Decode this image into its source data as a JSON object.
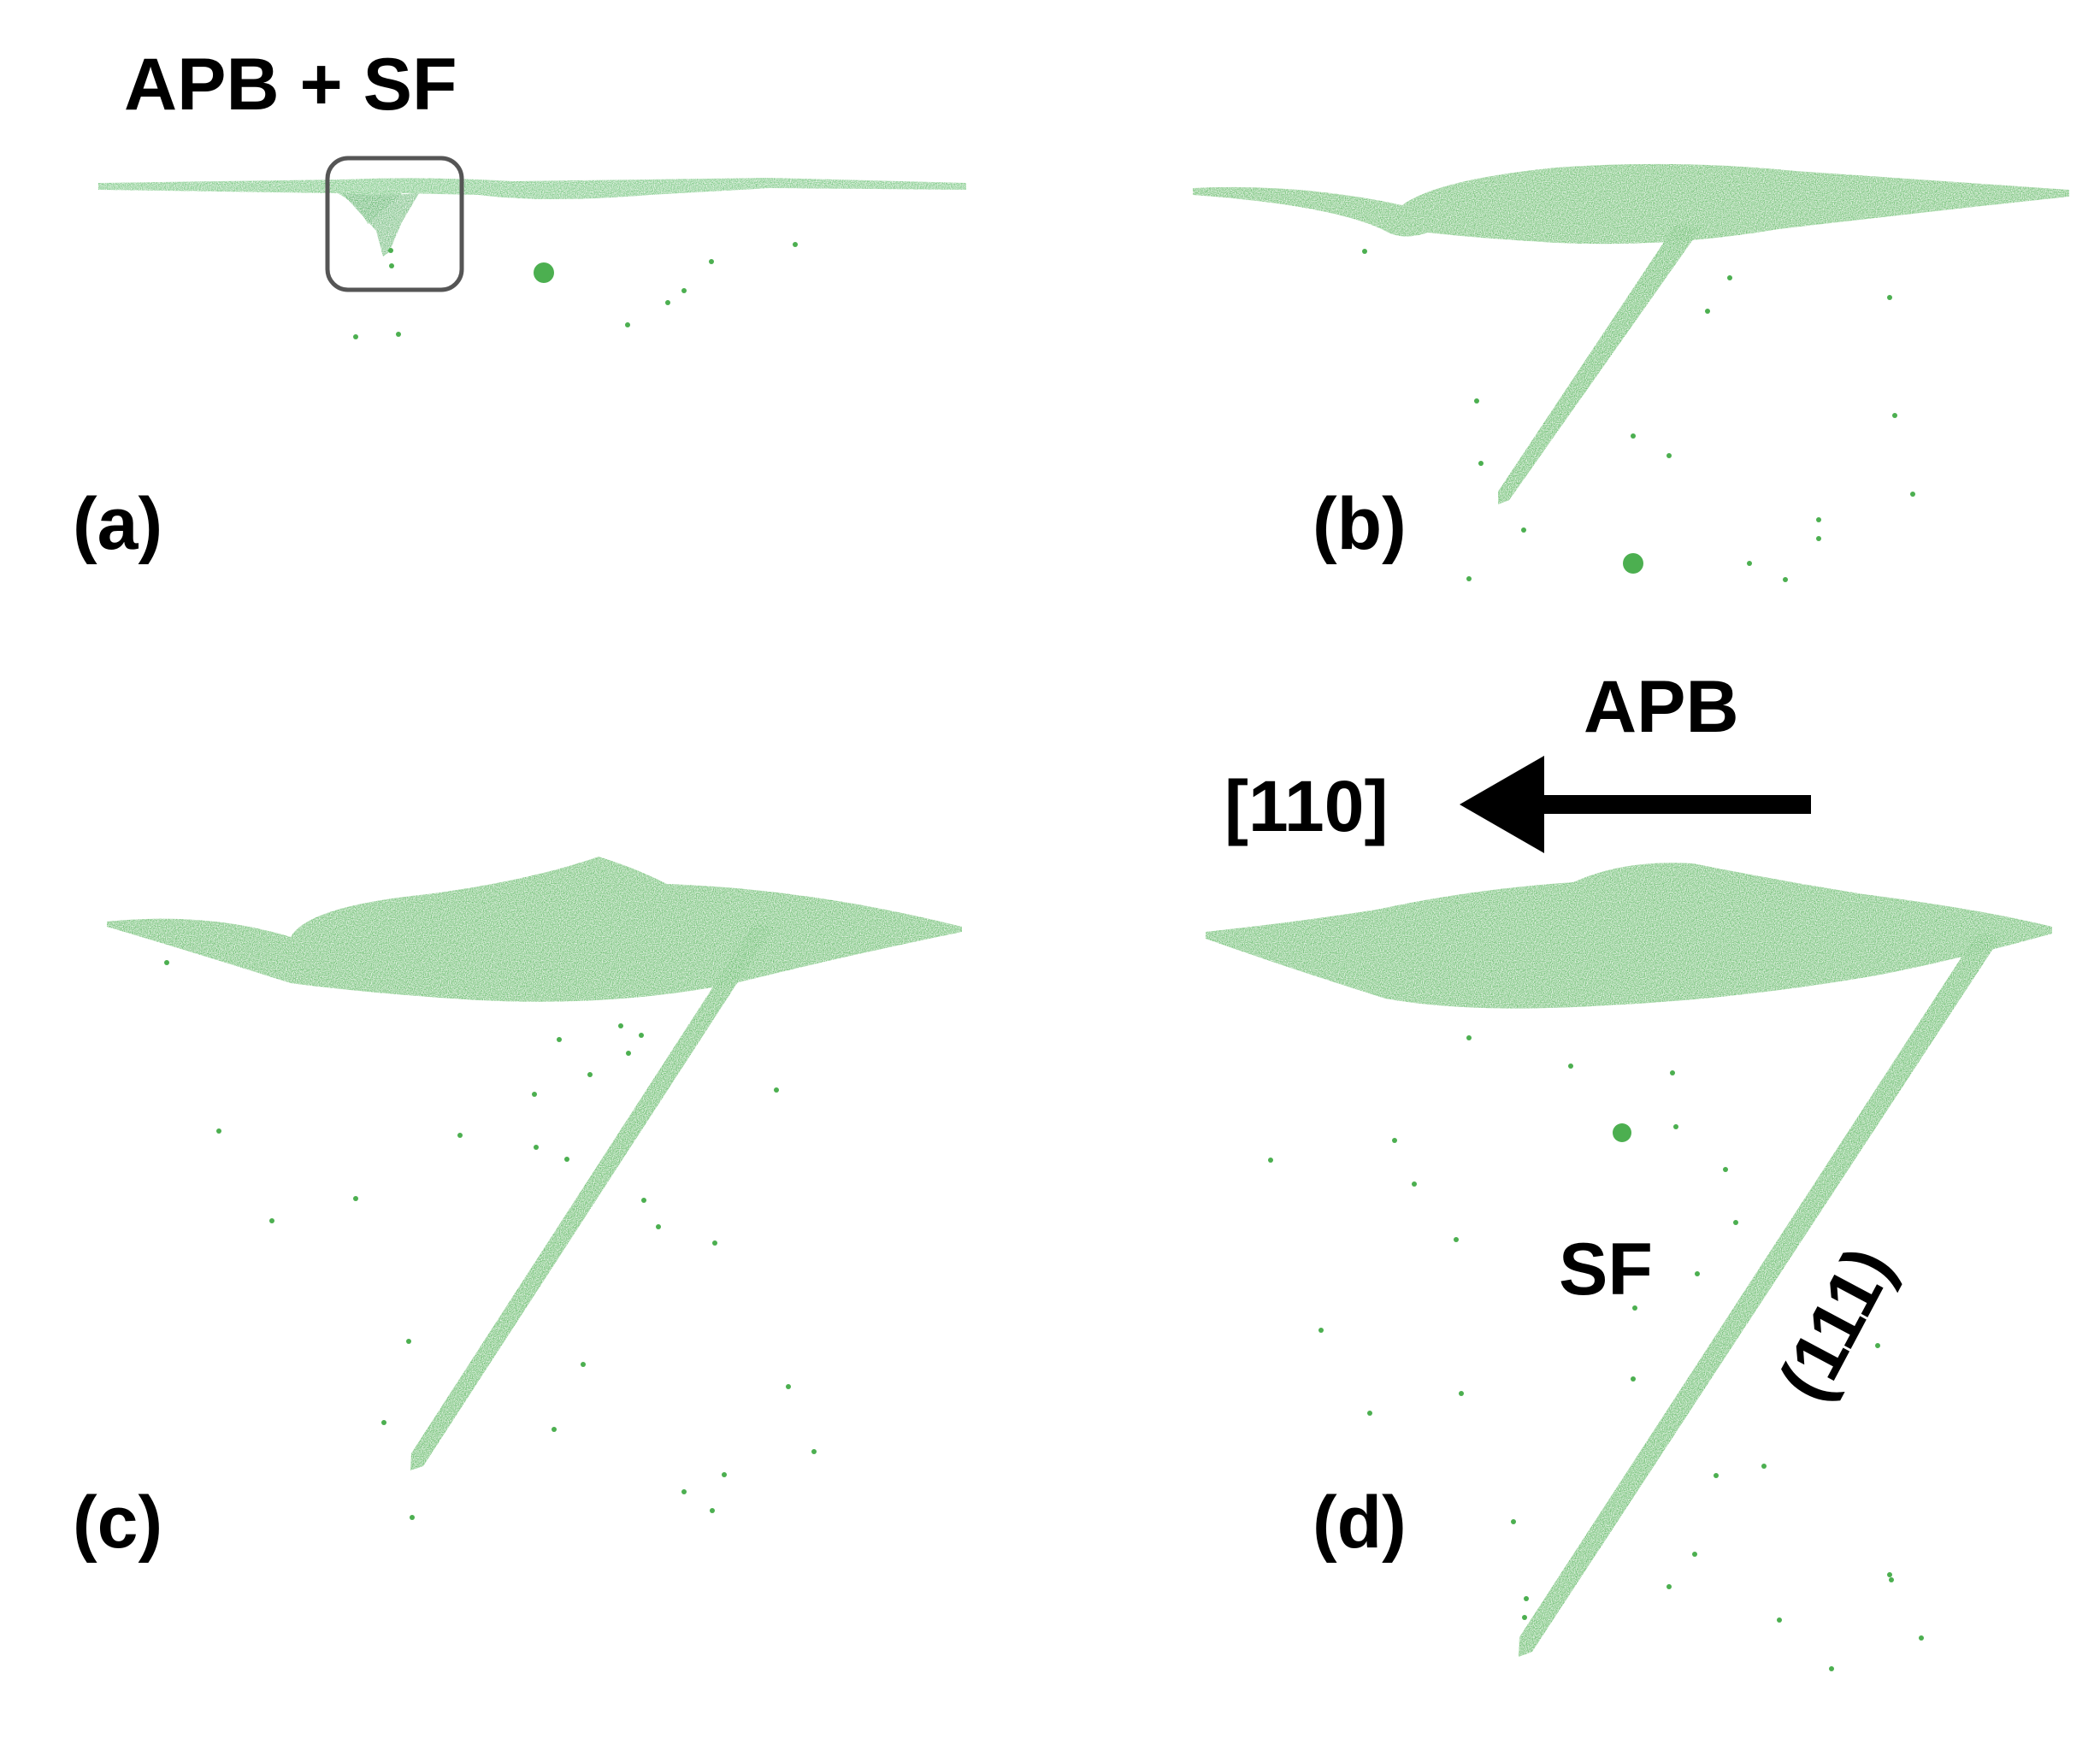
{
  "colors": {
    "background": "#ffffff",
    "defect_green": "#4caf50",
    "defect_green_dark": "#2e8b3e",
    "defect_green_light": "#7fcf86",
    "text": "#000000",
    "highlight_box": "#555555"
  },
  "panels": [
    {
      "id": "a",
      "label": "(a)"
    },
    {
      "id": "b",
      "label": "(b)"
    },
    {
      "id": "c",
      "label": "(c)"
    },
    {
      "id": "d",
      "label": "(d)"
    }
  ],
  "annotations": {
    "apb_sf": "APB + SF",
    "apb": "APB",
    "direction": "[110]",
    "sf": "SF",
    "plane": "(111)"
  },
  "icons": {
    "arrow": "left-arrow-icon",
    "highlight_box": "rounded-rect-highlight"
  }
}
